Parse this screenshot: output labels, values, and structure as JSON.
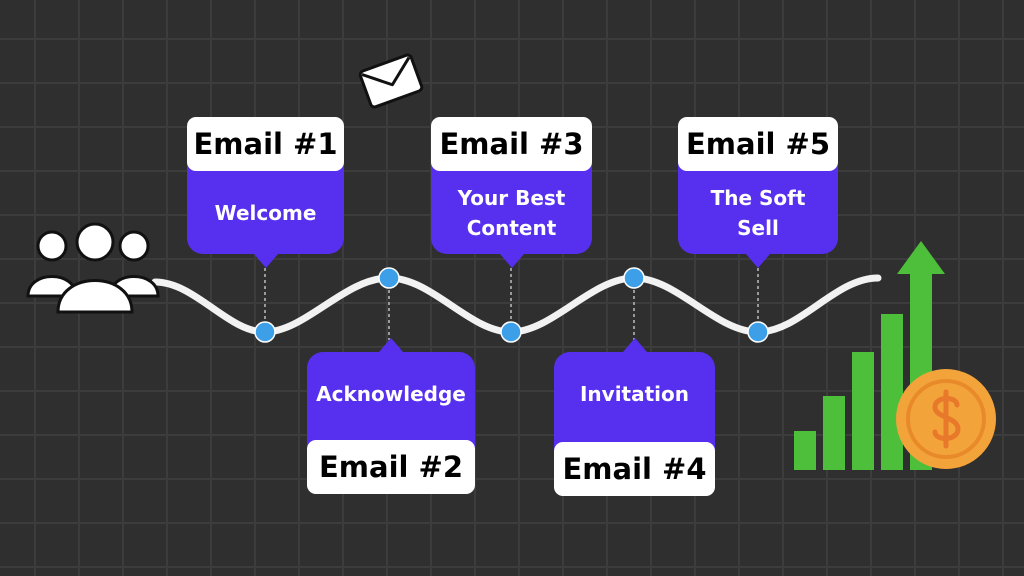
{
  "steps": [
    {
      "tag": "Email #1",
      "text": "Welcome"
    },
    {
      "tag": "Email #2",
      "text": "Acknowledge"
    },
    {
      "tag": "Email #3",
      "text": "Your Best Content"
    },
    {
      "tag": "Email #4",
      "text": "Invitation"
    },
    {
      "tag": "Email #5",
      "text": "The Soft Sell"
    }
  ],
  "icons": {
    "audience": "people-group-icon",
    "envelope": "envelope-icon",
    "growth": "growth-chart-icon",
    "coin": "dollar-coin-icon"
  },
  "colors": {
    "background": "#2f2f2f",
    "card": "#5630ee",
    "wave": "#f2f2f2",
    "node": "#3d9fe8",
    "bars": "#4ebf3a",
    "coin": "#f2a33a"
  }
}
